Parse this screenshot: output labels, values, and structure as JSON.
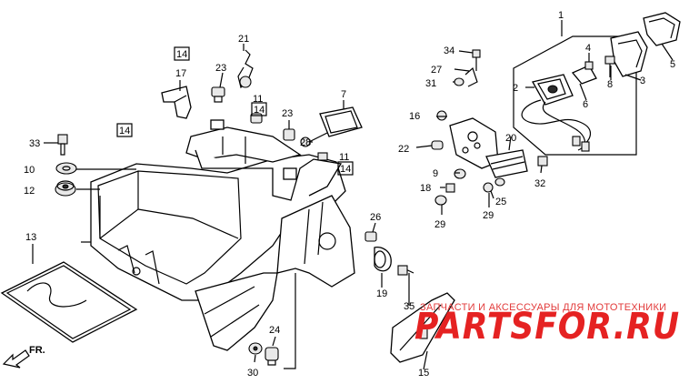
{
  "diagram": {
    "callouts": {
      "n1": "1",
      "n2": "2",
      "n3": "3",
      "n4": "4",
      "n5": "5",
      "n6": "6",
      "n7": "7",
      "n8": "8",
      "n9": "9",
      "n10": "10",
      "n11a": "11",
      "n11b": "11",
      "n12": "12",
      "n13": "13",
      "n15": "15",
      "n16": "16",
      "n17": "17",
      "n18": "18",
      "n19": "19",
      "n20": "20",
      "n21": "21",
      "n22": "22",
      "n23a": "23",
      "n23b": "23",
      "n24": "24",
      "n25": "25",
      "n26": "26",
      "n27": "27",
      "n28": "28",
      "n29a": "29",
      "n29b": "29",
      "n30": "30",
      "n31": "31",
      "n32": "32",
      "n33": "33",
      "n34": "34",
      "n35": "35"
    },
    "boxed_refs": {
      "b14a": "14",
      "b14b": "14",
      "b14c": "14",
      "b14d": "14"
    },
    "direction_label": "FR."
  },
  "watermark": {
    "tagline": "ЗАПЧАСТИ И АКСЕССУАРЫ ДЛЯ МОТОТЕХНИКИ",
    "logo": "PARTSFOR.RU"
  }
}
